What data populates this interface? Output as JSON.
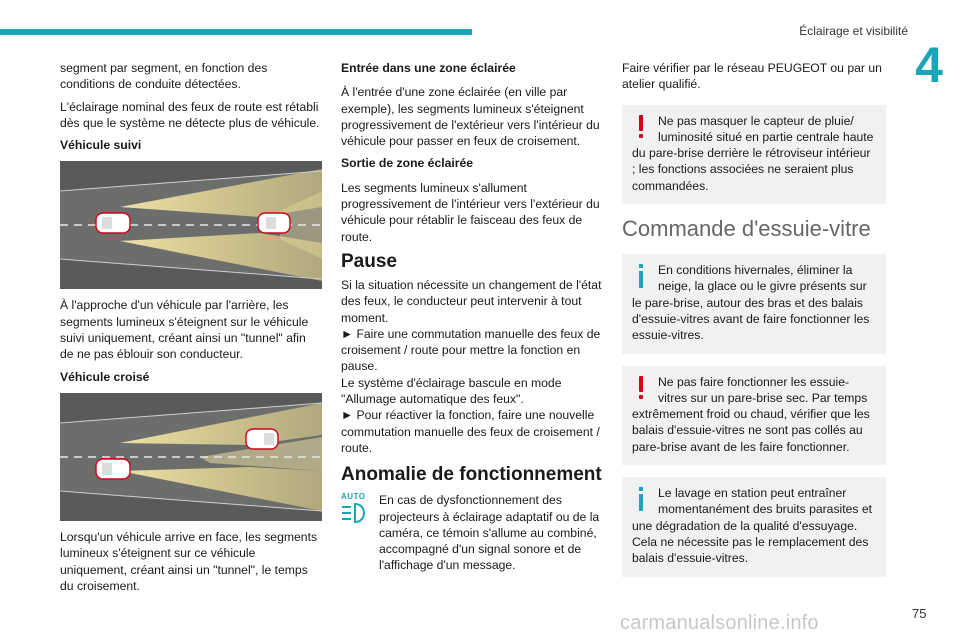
{
  "header": {
    "section_title": "Éclairage et visibilité",
    "chapter_number": "4",
    "accent_color": "#1aa6b7"
  },
  "col1": {
    "p1": "segment par segment, en fonction des conditions de conduite détectées.",
    "p2": "L'éclairage nominal des feux de route est rétabli dès que le système ne détecte plus de véhicule.",
    "h_followed": "Véhicule suivi",
    "p_followed": "À l'approche d'un véhicule par l'arrière, les segments lumineux s'éteignent sur le véhicule suivi uniquement, créant ainsi un \"tunnel\" afin de ne pas éblouir son conducteur.",
    "h_crossed": "Véhicule croisé",
    "p_crossed": "Lorsqu'un véhicule arrive en face, les segments lumineux s'éteignent sur ce véhicule uniquement, créant ainsi un \"tunnel\", le temps du croisement."
  },
  "col2": {
    "h_enter": "Entrée dans une zone éclairée",
    "p_enter": "À l'entrée d'une zone éclairée (en ville par exemple), les segments lumineux s'éteignent progressivement de l'extérieur vers l'intérieur du véhicule pour passer en feux de croisement.",
    "h_exit": "Sortie de zone éclairée",
    "p_exit": "Les segments lumineux s'allument progressivement de l'intérieur vers l'extérieur du véhicule pour rétablir le faisceau des feux de route.",
    "h_pause": "Pause",
    "p_pause1": "Si la situation nécessite un changement de l'état des feux, le conducteur peut intervenir à tout moment.",
    "p_pause2": "► Faire une commutation manuelle des feux de croisement / route pour mettre la fonction en pause.",
    "p_pause3": "Le système d'éclairage bascule en mode \"Allumage automatique des feux\".",
    "p_pause4": "► Pour réactiver la fonction, faire une nouvelle commutation manuelle des feux de croisement / route.",
    "h_fault": "Anomalie de fonctionnement",
    "auto_icon_text": "AUTO",
    "p_fault": "En cas de dysfonctionnement des projecteurs à éclairage adaptatif ou de la caméra, ce témoin s'allume au combiné, accompagné d'un signal sonore et de l'affichage d'un message."
  },
  "col3": {
    "p_top": "Faire vérifier par le réseau PEUGEOT ou par un atelier qualifié.",
    "warn1": "Ne pas masquer le capteur de pluie/ luminosité situé en partie centrale haute du pare-brise derrière le rétroviseur intérieur ; les fonctions associées ne seraient plus commandées.",
    "h_wiper": "Commande d'essuie-vitre",
    "info1": "En conditions hivernales, éliminer la neige, la glace ou le givre présents sur le pare-brise, autour des bras et des balais d'essuie-vitres avant de faire fonctionner les essuie-vitres.",
    "warn2": "Ne pas faire fonctionner les essuie-vitres sur un pare-brise sec. Par temps extrêmement froid ou chaud, vérifier que les balais d'essuie-vitres ne sont pas collés au pare-brise avant de les faire fonctionner.",
    "info2": "Le lavage en station peut entraîner momentanément des bruits parasites et une dégradation de la qualité d'essuyage. Cela ne nécessite pas le remplacement des balais d'essuie-vitres."
  },
  "footer": {
    "page_number": "75",
    "watermark": "carmanualsonline.info"
  }
}
